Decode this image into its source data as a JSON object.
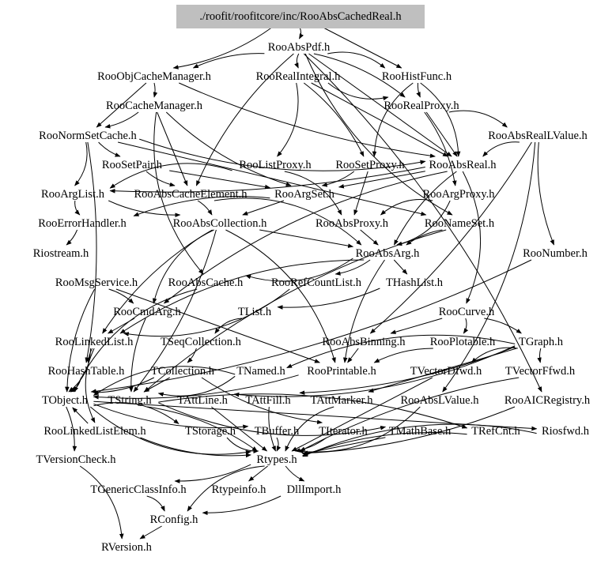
{
  "diagram": {
    "kind": "include-dependency-graph",
    "root": "root",
    "colors": {
      "background": "#ffffff",
      "root_fill": "#bfbfbf",
      "edge": "#000000",
      "text": "#000000"
    },
    "nodes": [
      {
        "id": "root",
        "label": "./roofit/roofitcore/inc/RooAbsCachedReal.h"
      },
      {
        "id": "RooAbsPdf",
        "label": "RooAbsPdf.h"
      },
      {
        "id": "RooObjCacheManager",
        "label": "RooObjCacheManager.h"
      },
      {
        "id": "RooRealIntegral",
        "label": "RooRealIntegral.h"
      },
      {
        "id": "RooHistFunc",
        "label": "RooHistFunc.h"
      },
      {
        "id": "RooCacheManager",
        "label": "RooCacheManager.h"
      },
      {
        "id": "RooRealProxy",
        "label": "RooRealProxy.h"
      },
      {
        "id": "RooNormSetCache",
        "label": "RooNormSetCache.h"
      },
      {
        "id": "RooAbsRealLValue",
        "label": "RooAbsRealLValue.h"
      },
      {
        "id": "RooSetPair",
        "label": "RooSetPair.h"
      },
      {
        "id": "RooListProxy",
        "label": "RooListProxy.h"
      },
      {
        "id": "RooSetProxy",
        "label": "RooSetProxy.h"
      },
      {
        "id": "RooAbsReal",
        "label": "RooAbsReal.h"
      },
      {
        "id": "RooArgList",
        "label": "RooArgList.h"
      },
      {
        "id": "RooAbsCacheElement",
        "label": "RooAbsCacheElement.h"
      },
      {
        "id": "RooArgSet",
        "label": "RooArgSet.h"
      },
      {
        "id": "RooArgProxy",
        "label": "RooArgProxy.h"
      },
      {
        "id": "RooErrorHandler",
        "label": "RooErrorHandler.h"
      },
      {
        "id": "RooAbsCollection",
        "label": "RooAbsCollection.h"
      },
      {
        "id": "RooAbsProxy",
        "label": "RooAbsProxy.h"
      },
      {
        "id": "RooNameSet",
        "label": "RooNameSet.h"
      },
      {
        "id": "Riostream",
        "label": "Riostream.h"
      },
      {
        "id": "RooAbsArg",
        "label": "RooAbsArg.h"
      },
      {
        "id": "RooNumber",
        "label": "RooNumber.h"
      },
      {
        "id": "RooMsgService",
        "label": "RooMsgService.h"
      },
      {
        "id": "RooAbsCache",
        "label": "RooAbsCache.h"
      },
      {
        "id": "RooRefCountList",
        "label": "RooRefCountList.h"
      },
      {
        "id": "THashList",
        "label": "THashList.h"
      },
      {
        "id": "RooCmdArg",
        "label": "RooCmdArg.h"
      },
      {
        "id": "TList",
        "label": "TList.h"
      },
      {
        "id": "RooCurve",
        "label": "RooCurve.h"
      },
      {
        "id": "RooLinkedList",
        "label": "RooLinkedList.h"
      },
      {
        "id": "TSeqCollection",
        "label": "TSeqCollection.h"
      },
      {
        "id": "RooAbsBinning",
        "label": "RooAbsBinning.h"
      },
      {
        "id": "RooPlotable",
        "label": "RooPlotable.h"
      },
      {
        "id": "TGraph",
        "label": "TGraph.h"
      },
      {
        "id": "RooHashTable",
        "label": "RooHashTable.h"
      },
      {
        "id": "TCollection",
        "label": "TCollection.h"
      },
      {
        "id": "TNamed",
        "label": "TNamed.h"
      },
      {
        "id": "RooPrintable",
        "label": "RooPrintable.h"
      },
      {
        "id": "TVectorDfwd",
        "label": "TVectorDfwd.h"
      },
      {
        "id": "TVectorFfwd",
        "label": "TVectorFfwd.h"
      },
      {
        "id": "TObject",
        "label": "TObject.h"
      },
      {
        "id": "TString",
        "label": "TString.h"
      },
      {
        "id": "TAttLine",
        "label": "TAttLine.h"
      },
      {
        "id": "TAttFill",
        "label": "TAttFill.h"
      },
      {
        "id": "TAttMarker",
        "label": "TAttMarker.h"
      },
      {
        "id": "RooAbsLValue",
        "label": "RooAbsLValue.h"
      },
      {
        "id": "RooAICRegistry",
        "label": "RooAICRegistry.h"
      },
      {
        "id": "RooLinkedListElem",
        "label": "RooLinkedListElem.h"
      },
      {
        "id": "TStorage",
        "label": "TStorage.h"
      },
      {
        "id": "TBuffer",
        "label": "TBuffer.h"
      },
      {
        "id": "TIterator",
        "label": "TIterator.h"
      },
      {
        "id": "TMathBase",
        "label": "TMathBase.h"
      },
      {
        "id": "TRefCnt",
        "label": "TRefCnt.h"
      },
      {
        "id": "Riosfwd",
        "label": "Riosfwd.h"
      },
      {
        "id": "TVersionCheck",
        "label": "TVersionCheck.h"
      },
      {
        "id": "Rtypes",
        "label": "Rtypes.h"
      },
      {
        "id": "TGenericClassInfo",
        "label": "TGenericClassInfo.h"
      },
      {
        "id": "Rtypeinfo",
        "label": "Rtypeinfo.h"
      },
      {
        "id": "DllImport",
        "label": "DllImport.h"
      },
      {
        "id": "RConfig",
        "label": "RConfig.h"
      },
      {
        "id": "RVersion",
        "label": "RVersion.h"
      }
    ],
    "edges": [
      [
        "root",
        "RooAbsPdf"
      ],
      [
        "root",
        "RooObjCacheManager"
      ],
      [
        "root",
        "RooHistFunc"
      ],
      [
        "RooAbsPdf",
        "RooObjCacheManager"
      ],
      [
        "RooAbsPdf",
        "RooRealIntegral"
      ],
      [
        "RooAbsPdf",
        "RooHistFunc"
      ],
      [
        "RooAbsPdf",
        "RooRealProxy"
      ],
      [
        "RooAbsPdf",
        "RooAbsReal"
      ],
      [
        "RooAbsPdf",
        "RooAbsCacheElement"
      ],
      [
        "RooAbsPdf",
        "RooNameSet"
      ],
      [
        "RooAbsPdf",
        "RooAICRegistry"
      ],
      [
        "RooObjCacheManager",
        "RooCacheManager"
      ],
      [
        "RooObjCacheManager",
        "RooNormSetCache"
      ],
      [
        "RooObjCacheManager",
        "RooAbsReal"
      ],
      [
        "RooRealIntegral",
        "RooRealProxy"
      ],
      [
        "RooRealIntegral",
        "RooListProxy"
      ],
      [
        "RooRealIntegral",
        "RooSetProxy"
      ],
      [
        "RooRealIntegral",
        "RooAbsReal"
      ],
      [
        "RooHistFunc",
        "RooRealProxy"
      ],
      [
        "RooHistFunc",
        "RooSetProxy"
      ],
      [
        "RooHistFunc",
        "RooAbsReal"
      ],
      [
        "RooCacheManager",
        "RooNormSetCache"
      ],
      [
        "RooCacheManager",
        "RooAbsCacheElement"
      ],
      [
        "RooCacheManager",
        "RooArgSet"
      ],
      [
        "RooCacheManager",
        "RooAbsCache"
      ],
      [
        "RooRealProxy",
        "RooAbsRealLValue"
      ],
      [
        "RooRealProxy",
        "RooArgProxy"
      ],
      [
        "RooRealProxy",
        "RooAbsReal"
      ],
      [
        "RooNormSetCache",
        "RooSetPair"
      ],
      [
        "RooNormSetCache",
        "RooAbsReal"
      ],
      [
        "RooNormSetCache",
        "RooArgList"
      ],
      [
        "RooNormSetCache",
        "RooHashTable"
      ],
      [
        "RooNormSetCache",
        "RooNameSet"
      ],
      [
        "RooAbsRealLValue",
        "RooNumber"
      ],
      [
        "RooAbsRealLValue",
        "RooAbsReal"
      ],
      [
        "RooAbsRealLValue",
        "RooAbsLValue"
      ],
      [
        "RooAbsRealLValue",
        "RooAbsBinning"
      ],
      [
        "RooSetPair",
        "RooArgSet"
      ],
      [
        "RooSetPair",
        "RooAbsCacheElement"
      ],
      [
        "RooListProxy",
        "RooArgList"
      ],
      [
        "RooListProxy",
        "RooAbsProxy"
      ],
      [
        "RooSetProxy",
        "RooArgSet"
      ],
      [
        "RooSetProxy",
        "RooAbsProxy"
      ],
      [
        "RooAbsReal",
        "RooAbsArg"
      ],
      [
        "RooAbsReal",
        "RooCmdArg"
      ],
      [
        "RooAbsReal",
        "RooCurve"
      ],
      [
        "RooAbsReal",
        "RooArgList"
      ],
      [
        "RooAbsReal",
        "RooArgSet"
      ],
      [
        "RooArgList",
        "RooAbsCollection"
      ],
      [
        "RooArgList",
        "RooErrorHandler"
      ],
      [
        "RooAbsCacheElement",
        "RooAbsArg"
      ],
      [
        "RooAbsCacheElement",
        "RooAbsCollection"
      ],
      [
        "RooArgSet",
        "RooAbsCollection"
      ],
      [
        "RooArgSet",
        "RooErrorHandler"
      ],
      [
        "RooArgProxy",
        "RooAbsProxy"
      ],
      [
        "RooArgProxy",
        "RooAbsArg"
      ],
      [
        "RooErrorHandler",
        "Riostream"
      ],
      [
        "RooAbsCollection",
        "RooAbsArg"
      ],
      [
        "RooAbsCollection",
        "RooLinkedList"
      ],
      [
        "RooAbsCollection",
        "RooCmdArg"
      ],
      [
        "RooAbsCollection",
        "RooPrintable"
      ],
      [
        "RooAbsCollection",
        "TString"
      ],
      [
        "RooAbsProxy",
        "RooAbsArg"
      ],
      [
        "RooNameSet",
        "RooAbsArg"
      ],
      [
        "RooNameSet",
        "TString"
      ],
      [
        "RooAbsArg",
        "RooAbsCache"
      ],
      [
        "RooAbsArg",
        "RooRefCountList"
      ],
      [
        "RooAbsArg",
        "THashList"
      ],
      [
        "RooAbsArg",
        "RooPrintable"
      ],
      [
        "RooAbsArg",
        "RooLinkedList"
      ],
      [
        "RooNumber",
        "TObject"
      ],
      [
        "RooMsgService",
        "RooCmdArg"
      ],
      [
        "RooMsgService",
        "RooPrintable"
      ],
      [
        "RooMsgService",
        "TObject"
      ],
      [
        "RooAbsCache",
        "TObject"
      ],
      [
        "RooRefCountList",
        "RooLinkedList"
      ],
      [
        "THashList",
        "TList"
      ],
      [
        "RooCmdArg",
        "RooLinkedList"
      ],
      [
        "RooCmdArg",
        "TString"
      ],
      [
        "TList",
        "TSeqCollection"
      ],
      [
        "RooCurve",
        "RooPlotable"
      ],
      [
        "RooCurve",
        "TGraph"
      ],
      [
        "RooCurve",
        "RooAbsBinning"
      ],
      [
        "RooLinkedList",
        "RooHashTable"
      ],
      [
        "RooLinkedList",
        "RooLinkedListElem"
      ],
      [
        "RooLinkedList",
        "TObject"
      ],
      [
        "TSeqCollection",
        "TCollection"
      ],
      [
        "RooAbsBinning",
        "RooPrintable"
      ],
      [
        "RooPlotable",
        "RooPrintable"
      ],
      [
        "TGraph",
        "TNamed"
      ],
      [
        "TGraph",
        "TAttLine"
      ],
      [
        "TGraph",
        "TAttFill"
      ],
      [
        "TGraph",
        "TAttMarker"
      ],
      [
        "TGraph",
        "TVectorFfwd"
      ],
      [
        "TGraph",
        "TVectorDfwd"
      ],
      [
        "RooHashTable",
        "TObject"
      ],
      [
        "TCollection",
        "TObject"
      ],
      [
        "TCollection",
        "TString"
      ],
      [
        "TCollection",
        "TIterator"
      ],
      [
        "TNamed",
        "TObject"
      ],
      [
        "TNamed",
        "TString"
      ],
      [
        "RooPrintable",
        "TObject"
      ],
      [
        "TVectorDfwd",
        "Rtypes"
      ],
      [
        "TVectorFfwd",
        "Rtypes"
      ],
      [
        "TObject",
        "Rtypes"
      ],
      [
        "TObject",
        "TStorage"
      ],
      [
        "TObject",
        "TVersionCheck"
      ],
      [
        "TObject",
        "Riosfwd"
      ],
      [
        "TObject",
        "TBuffer"
      ],
      [
        "TString",
        "TMathBase"
      ],
      [
        "TString",
        "TRefCnt"
      ],
      [
        "TString",
        "Rtypes"
      ],
      [
        "TAttLine",
        "Rtypes"
      ],
      [
        "TAttFill",
        "Rtypes"
      ],
      [
        "TAttMarker",
        "Rtypes"
      ],
      [
        "RooAbsLValue",
        "Rtypes"
      ],
      [
        "RooAICRegistry",
        "Rtypes"
      ],
      [
        "RooLinkedListElem",
        "TObject"
      ],
      [
        "RooLinkedListElem",
        "Rtypes"
      ],
      [
        "TStorage",
        "Rtypes"
      ],
      [
        "TBuffer",
        "Rtypes"
      ],
      [
        "TIterator",
        "Rtypes"
      ],
      [
        "TMathBase",
        "Rtypes"
      ],
      [
        "TRefCnt",
        "Rtypes"
      ],
      [
        "Riosfwd",
        "Rtypes"
      ],
      [
        "TVersionCheck",
        "RVersion"
      ],
      [
        "Rtypes",
        "TGenericClassInfo"
      ],
      [
        "Rtypes",
        "Rtypeinfo"
      ],
      [
        "Rtypes",
        "DllImport"
      ],
      [
        "Rtypes",
        "RConfig"
      ],
      [
        "TGenericClassInfo",
        "RConfig"
      ],
      [
        "DllImport",
        "RConfig"
      ],
      [
        "RConfig",
        "RVersion"
      ]
    ]
  }
}
